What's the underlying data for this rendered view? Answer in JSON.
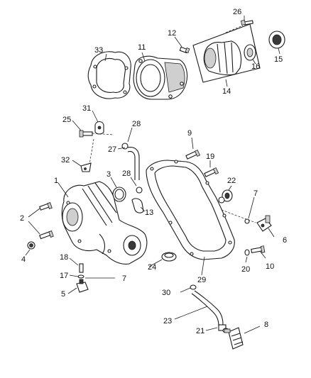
{
  "diagram": {
    "callouts": {
      "n1": "1",
      "n2": "2",
      "n3": "3",
      "n4": "4",
      "n5": "5",
      "n6": "6",
      "n7a": "7",
      "n7b": "7",
      "n8": "8",
      "n9": "9",
      "n10": "10",
      "n11": "11",
      "n12": "12",
      "n13": "13",
      "n14": "14",
      "n15": "15",
      "n16": "16",
      "n17": "17",
      "n18": "18",
      "n19": "19",
      "n20": "20",
      "n21": "21",
      "n22": "22",
      "n23": "23",
      "n24": "24",
      "n25": "25",
      "n26": "26",
      "n27": "27",
      "n28a": "28",
      "n28b": "28",
      "n29": "29",
      "n30": "30",
      "n31": "31",
      "n32": "32",
      "n33": "33"
    }
  }
}
